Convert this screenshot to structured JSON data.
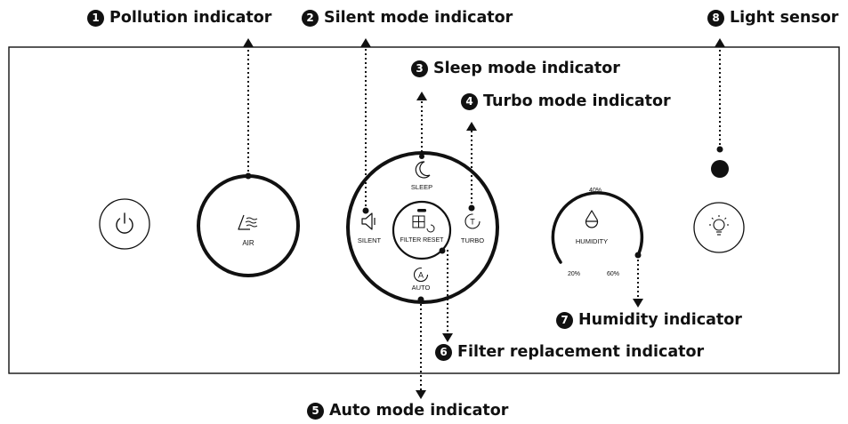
{
  "callouts": [
    {
      "number": "1",
      "label": "Pollution indicator"
    },
    {
      "number": "2",
      "label": "Silent mode indicator"
    },
    {
      "number": "3",
      "label": "Sleep mode indicator"
    },
    {
      "number": "4",
      "label": "Turbo mode indicator"
    },
    {
      "number": "5",
      "label": "Auto mode indicator"
    },
    {
      "number": "6",
      "label": "Filter replacement indicator"
    },
    {
      "number": "7",
      "label": "Humidity indicator"
    },
    {
      "number": "8",
      "label": "Light sensor"
    }
  ],
  "panel": {
    "air_label": "AIR",
    "sleep_label": "SLEEP",
    "silent_label": "SILENT",
    "filter_reset_label": "FILTER RESET",
    "turbo_label": "TURBO",
    "auto_label": "AUTO",
    "turbo_glyph": "T",
    "auto_glyph": "A",
    "humidity_label": "HUMIDITY",
    "humidity_ticks": [
      "40%",
      "20%",
      "60%"
    ]
  },
  "icons": [
    "power-icon",
    "air-icon",
    "moon-icon",
    "speaker-icon",
    "filter-reset-icon",
    "turbo-icon",
    "auto-icon",
    "water-drop-icon",
    "light-bulb-icon"
  ]
}
